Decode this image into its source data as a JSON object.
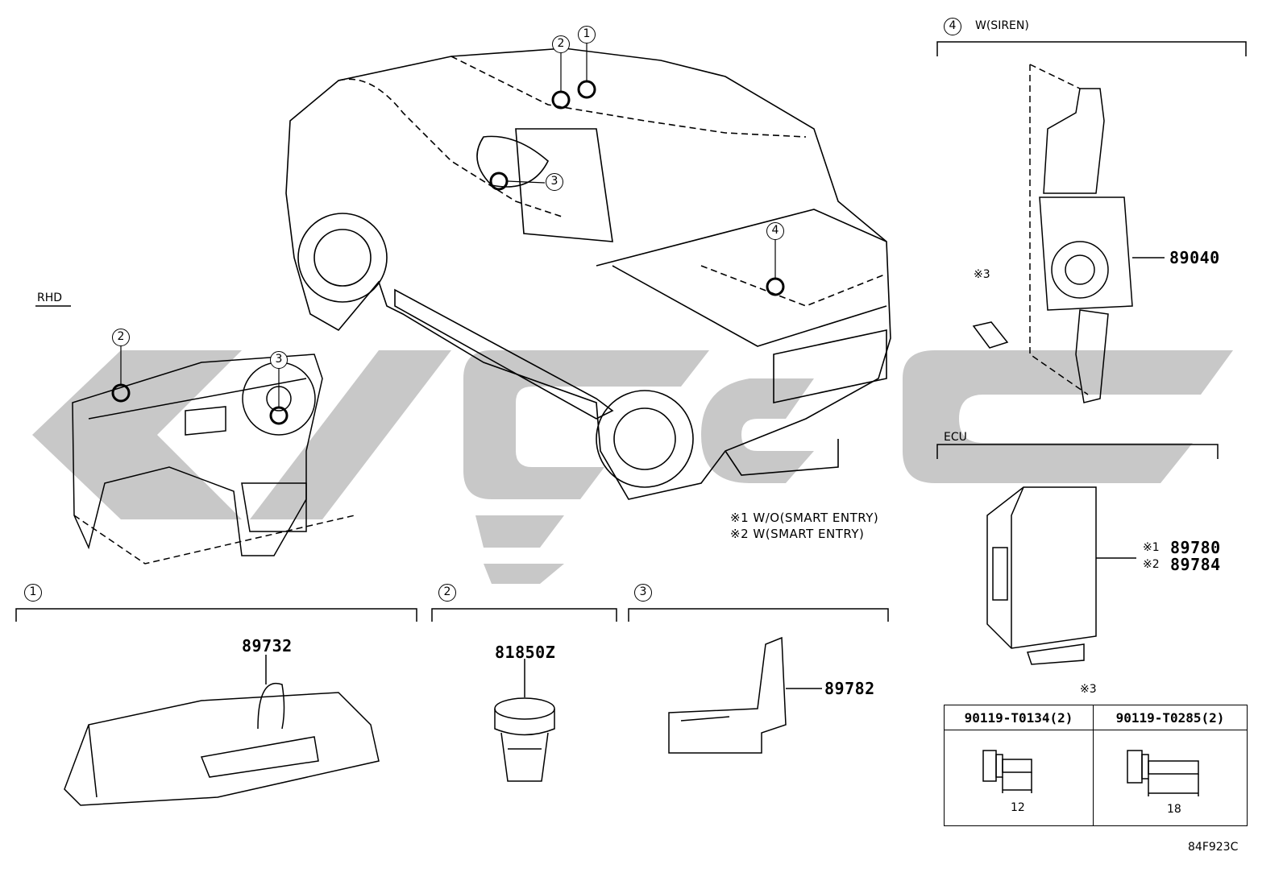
{
  "diagram": {
    "rhd_label": "RHD",
    "callout_numbers": [
      "1",
      "2",
      "3",
      "4"
    ],
    "sections": [
      {
        "number": "1",
        "part": "89732"
      },
      {
        "number": "2",
        "part": "81850Z"
      },
      {
        "number": "3",
        "part": "89782"
      },
      {
        "number": "4",
        "title": "W(SIREN)",
        "part": "89040"
      }
    ],
    "ecu": {
      "title": "ECU",
      "parts": [
        {
          "mark": "※1",
          "part": "89780"
        },
        {
          "mark": "※2",
          "part": "89784"
        }
      ]
    },
    "notes": [
      "※1 W/O(SMART ENTRY)",
      "※2 W(SMART ENTRY)"
    ],
    "bolt_ref": "※3",
    "fastener_table": {
      "ref": "※3",
      "columns": [
        {
          "part": "90119-T0134(2)",
          "dimension": "12"
        },
        {
          "part": "90119-T0285(2)",
          "dimension": "18"
        }
      ]
    },
    "figure_code": "84F923C"
  },
  "colors": {
    "line": "#000000",
    "watermark": "#c8c8c8",
    "background": "#ffffff"
  }
}
